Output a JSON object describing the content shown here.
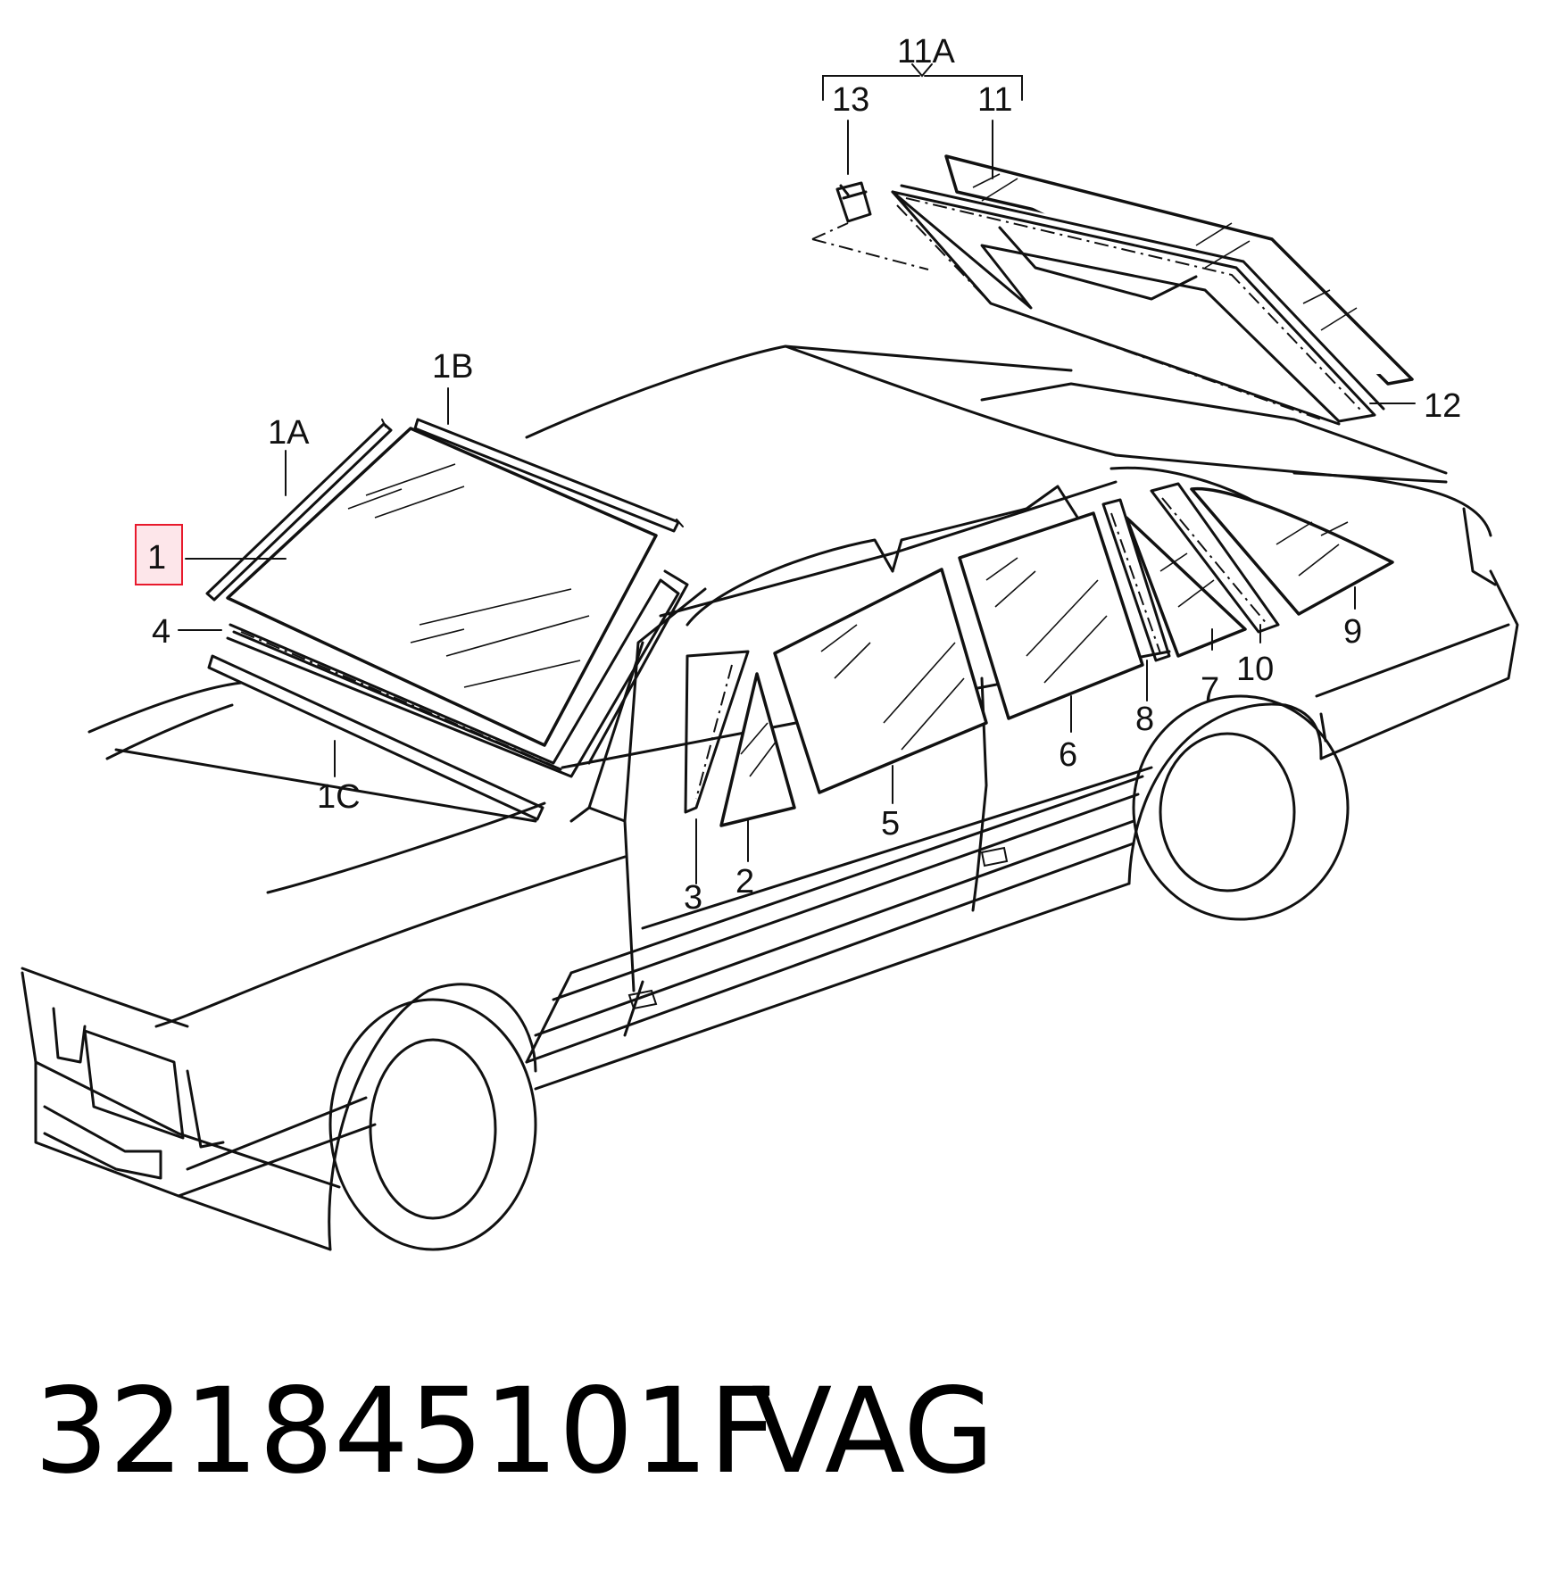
{
  "callouts": {
    "c1": "1",
    "c1a": "1A",
    "c1b": "1B",
    "c1c": "1C",
    "c2": "2",
    "c3": "3",
    "c4": "4",
    "c5": "5",
    "c6": "6",
    "c7": "7",
    "c8": "8",
    "c9": "9",
    "c10": "10",
    "c11": "11",
    "c11a": "11A",
    "c12": "12",
    "c13": "13"
  },
  "highlighted_callout": "1",
  "highlight_color": "#e8192c",
  "caption": {
    "part_number": "321845101F",
    "brand": "VAG"
  }
}
